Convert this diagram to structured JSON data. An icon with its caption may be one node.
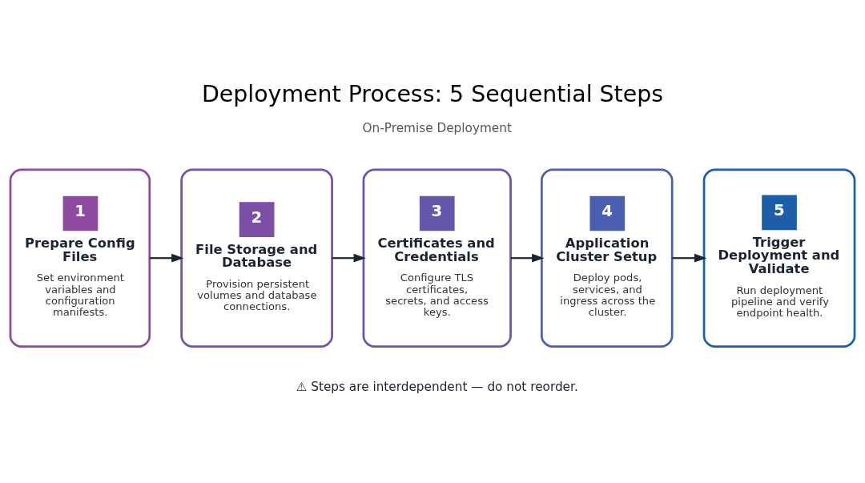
{
  "diagram": {
    "title": "Deployment Process: 5 Sequential Steps",
    "nodes": [
      {
        "text": [
          "1",
          "Prepare Config Files",
          "Set environment variables and configuration manifests."
        ]
      },
      {
        "text": [
          "2",
          "File Storage and Database",
          "Provision persistent volumes and database connections."
        ]
      },
      {
        "text": [
          "3",
          "Certificates and Credentials",
          "Configure TLS certificates, secrets, and access keys."
        ]
      },
      {
        "text": [
          "4",
          "Application Cluster Setup",
          "Deploy pods, services, and ingress across the cluster."
        ]
      },
      {
        "text": [
          "5",
          "Trigger Deployment and Validate",
          "Run deployment pipeline and verify endpoint health."
        ]
      }
    ],
    "edges": [
      {
        "from": 0,
        "to": 1,
        "arrow": "to"
      },
      {
        "from": 1,
        "to": 2,
        "arrow": "to"
      },
      {
        "from": 2,
        "to": 3,
        "arrow": "to"
      },
      {
        "from": 3,
        "to": 4,
        "arrow": "to"
      }
    ],
    "labels": [
      "On-Premise Deployment",
      "⚠ Steps are interdependent — do not reorder."
    ]
  }
}
